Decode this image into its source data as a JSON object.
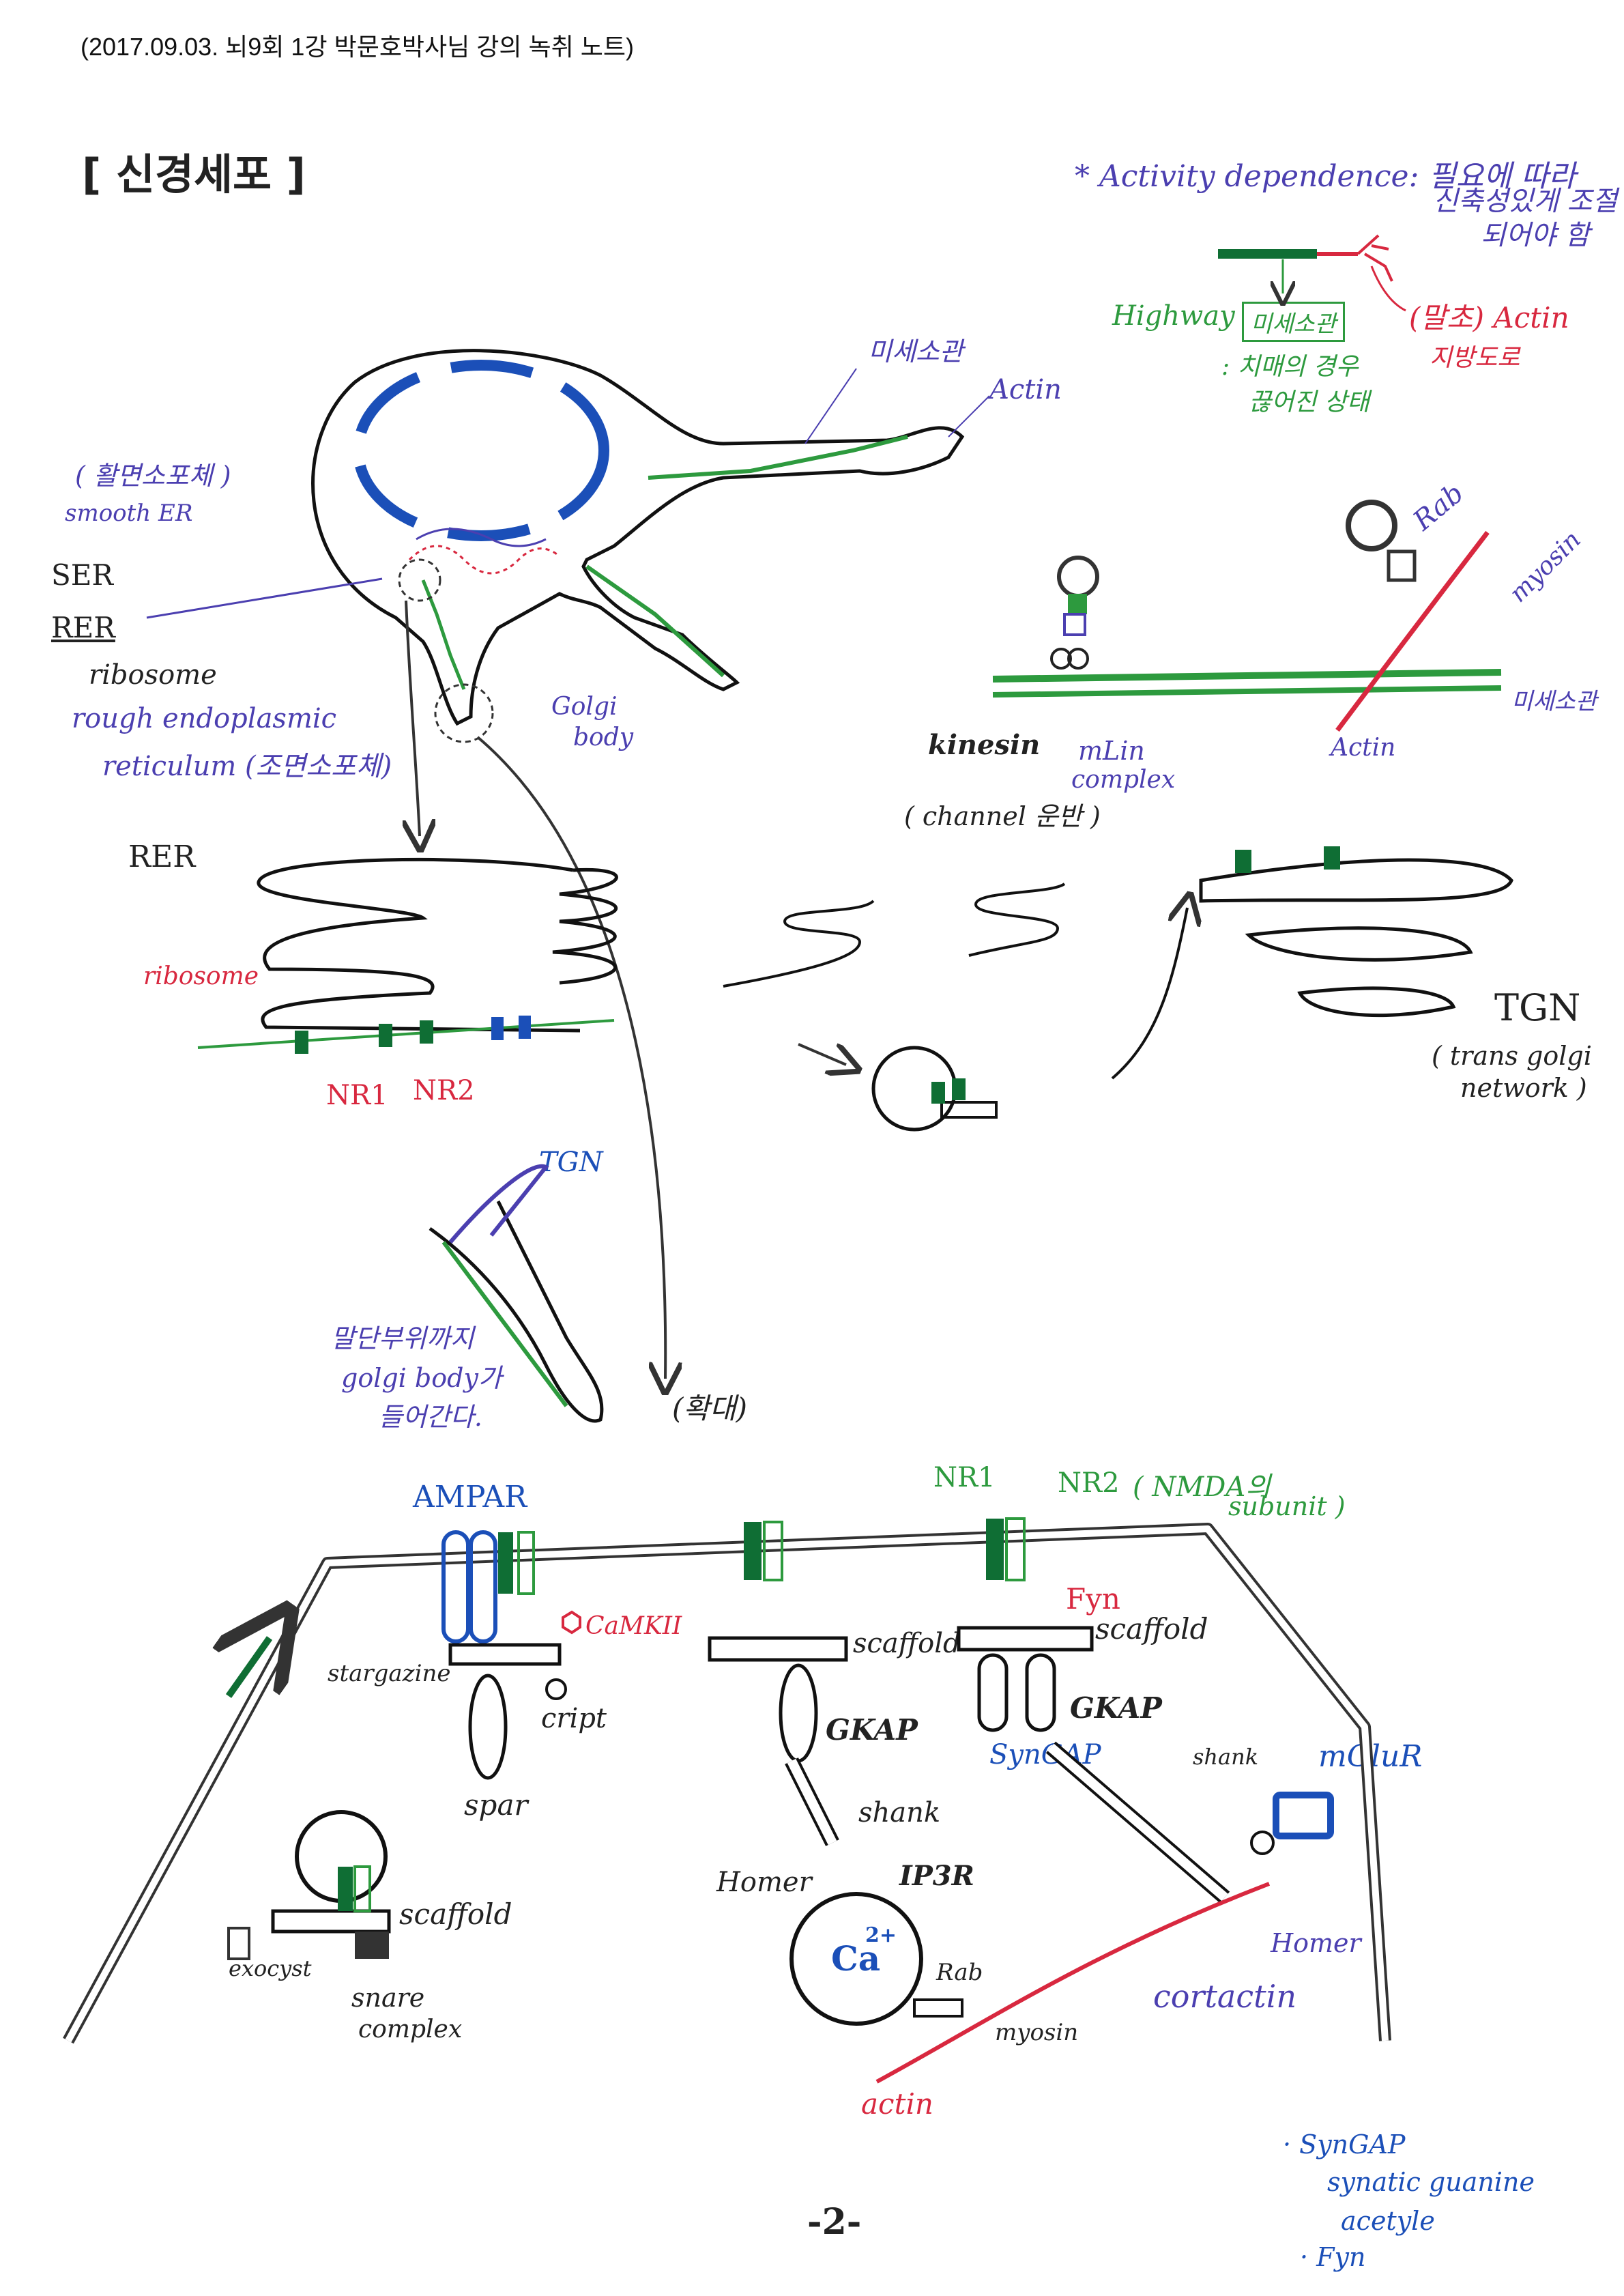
{
  "header": "(2017.09.03. 뇌9회 1강 박문호박사님 강의 녹취 노트)",
  "title": "[ 신경세포 ]",
  "activity_note": {
    "line1": "* Activity dependence: 필요에 따라",
    "line2": "신축성있게 조절",
    "line3": "되어야 함",
    "highway": "Highway",
    "microtubule_box": "미세소관",
    "dendrite_note1": ": 치매의 경우",
    "dendrite_note2": "끊어진 상태",
    "actin_label": "(말초) Actin",
    "actin_note": "지방도로"
  },
  "neuron": {
    "microtubule": "미세소관",
    "actin": "Actin",
    "er_group": "( 활면소포체 )",
    "smooth_er": "smooth ER",
    "ser": "SER",
    "rer": "RER",
    "ribosome": "ribosome",
    "rough1": "rough endoplasmic",
    "rough2": "reticulum (조면소포체)",
    "golgi1": "Golgi",
    "golgi2": "body"
  },
  "transport": {
    "kinesin": "kinesin",
    "mlin1": "mLin",
    "mlin2": "complex",
    "channel": "( channel 운반 )",
    "microtubule": "미세소관",
    "actin": "Actin",
    "rab": "Rab",
    "myosin": "myosin"
  },
  "rer_detail": {
    "title": "RER",
    "ribosome": "ribosome",
    "nr1": "NR1",
    "nr2": "NR2"
  },
  "tgn": {
    "title": "TGN",
    "full1": "( trans golgi",
    "full2": "network )"
  },
  "spine_golgi": {
    "tgn": "TGN",
    "note1": "말단부위까지",
    "note2": "golgi body가",
    "note3": "들어간다.",
    "enlarge": "(확대)"
  },
  "synapse": {
    "ampar": "AMPAR",
    "camkii": "CaMKII",
    "stargazine": "stargazine",
    "cript": "cript",
    "spar": "spar",
    "scaffold_mid": "scaffold",
    "gkap_mid": "GKAP",
    "shank_mid": "shank",
    "homer_mid": "Homer",
    "ip3r": "IP3R",
    "ca": "Ca",
    "ca_charge": "2+",
    "rab": "Rab",
    "myosin": "myosin",
    "actin": "actin",
    "nr1": "NR1",
    "nr2": "NR2",
    "nmda": "( NMDA의",
    "subunit": "subunit )",
    "fyn": "Fyn",
    "scaffold_right": "scaffold",
    "gkap_right": "GKAP",
    "syngap": "SynGAP",
    "shank_right": "shank",
    "mglur": "mGluR",
    "homer_right": "Homer",
    "cortactin": "cortactin",
    "scaffold_left": "scaffold",
    "exocyst": "exocyst",
    "snare1": "snare",
    "snare2": "complex"
  },
  "page_number": "-2-",
  "footnotes": {
    "syngap": "· SynGAP",
    "line2": "synatic guanine",
    "line3": "acetyle",
    "fyn": "· Fyn"
  },
  "colors": {
    "ink": "#222222",
    "purple": "#4b3fb0",
    "green": "#2d9a3e",
    "dark_green": "#0f6e34",
    "red": "#d8283f",
    "blue": "#1b4fb8"
  }
}
